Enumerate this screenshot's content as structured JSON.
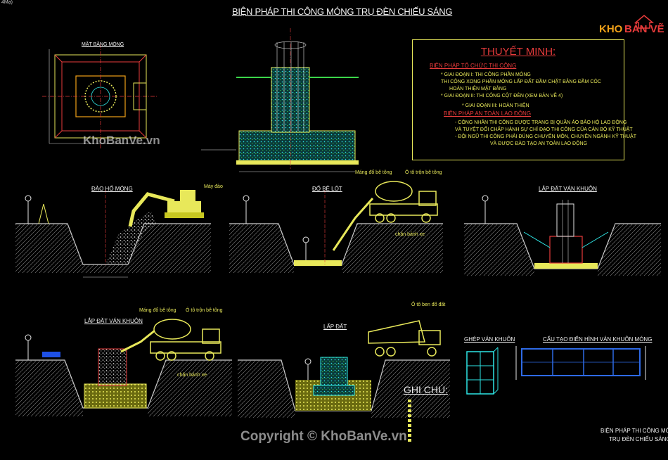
{
  "corner_text": "4Mạ)",
  "main_title": "BIỆN PHÁP THI CÔNG MÓNG TRỤ ĐÈN CHIẾU SÁNG",
  "plan_title": "MẶT BẰNG MÓNG",
  "explanation": {
    "title": "THUYẾT MINH:",
    "section1": "BIỆN PHÁP TỔ CHỨC THI CÔNG",
    "lines1": [
      "* GIAI ĐOẠN I: THI CÔNG PHẦN MÓNG",
      "THI CÔNG XONG PHẦN MÓNG LẤP ĐẤT ĐẦM CHẶT BẰNG ĐẦM CÓC",
      "HOÀN THIỆN MẶT BẰNG",
      "* GIAI ĐOẠN II: THI CÔNG CỘT ĐÈN (XEM BẢN VẼ 4)",
      "* GIAI ĐOẠN III: HOÀN THIỆN"
    ],
    "section2": "BIỆN PHÁP AN TOÀN LAO ĐỘNG",
    "lines2": [
      "- CÔNG NHÂN THI CÔNG ĐƯỢC TRANG BỊ QUẦN ÁO BẢO HỘ LAO ĐỘNG",
      "VÀ TUYỆT ĐỐI CHẤP HÀNH SỰ CHỈ ĐẠO THI CÔNG CỦA CÁN BỘ KỸ THUẬT",
      "- ĐỘI NGŨ THI CÔNG PHẢI ĐÚNG CHUYÊN MÔN, CHUYÊN NGÀNH KỸ THUẬT",
      "VÀ ĐƯỢC ĐÀO TẠO AN TOÀN LAO ĐỘNG"
    ]
  },
  "steps": {
    "s1": "ĐÀO HỐ MÓNG",
    "s2": "ĐỔ BÊ LÓT",
    "s3": "LẮP ĐẶT VÁN KHUÔN",
    "s4": "LẮP ĐẶT VÁN KHUÔN",
    "s5": "LẤP ĐẤT"
  },
  "labels": {
    "excavator": "Máy đào",
    "pump": "Máng đổ bê tông",
    "mixer": "Ô tô trộn bê tông",
    "chock": "chặn bánh xe",
    "pump2": "Máng đổ bê tông",
    "mixer2": "Ô tô trộn bê tông",
    "chock2": "chặn bánh xe",
    "dump": "Ô tô ben đổ đất"
  },
  "formwork_title": "GHÉP VÁN KHUÔN",
  "formwork_detail_title": "CẤU TẠO ĐIỂN HÌNH VÁN KHUÔN MÓNG",
  "notes_title": "GHI CHÚ:",
  "footer_caption": [
    "BIỆN PHÁP THI CÔNG MÓNG",
    "TRỤ ĐÈN CHIẾU SÁNG"
  ],
  "logo": {
    "text": "KHOBANVE",
    "part1": "KHO",
    "part2": "BẢN VẼ"
  },
  "watermark_top": "KhoBanVe.vn",
  "watermark_bottom": "Copyright © KhoBanVe.vn",
  "colors": {
    "background": "#000000",
    "title": "#f0f0f0",
    "red": "#e83b3b",
    "yellow": "#e8e85a",
    "cyan": "#2ee6e6",
    "green": "#3cd64a",
    "orange": "#f0a018"
  }
}
